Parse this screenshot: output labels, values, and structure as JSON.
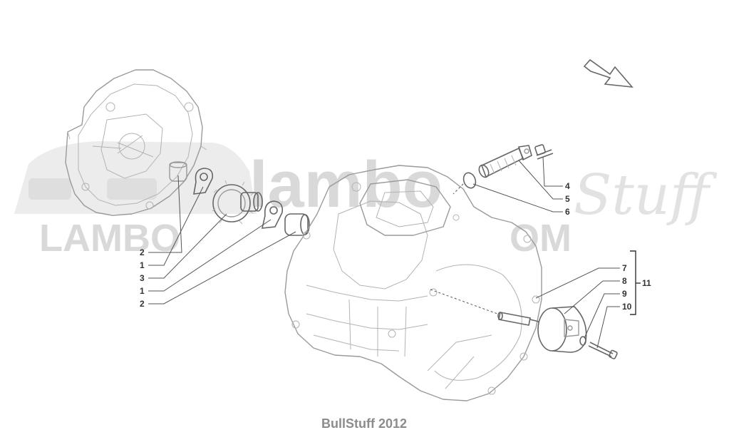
{
  "watermark": {
    "brand_letters": "lambo",
    "site_part1": "LAMBO",
    "site_part2": "OM",
    "script": "Stuff"
  },
  "callouts": [
    {
      "id": "c2a",
      "label": "2"
    },
    {
      "id": "c1a",
      "label": "1"
    },
    {
      "id": "c3",
      "label": "3"
    },
    {
      "id": "c1b",
      "label": "1"
    },
    {
      "id": "c2b",
      "label": "2"
    },
    {
      "id": "c4",
      "label": "4"
    },
    {
      "id": "c5",
      "label": "5"
    },
    {
      "id": "c6",
      "label": "6"
    },
    {
      "id": "c7",
      "label": "7"
    },
    {
      "id": "c8",
      "label": "8"
    },
    {
      "id": "c9",
      "label": "9"
    },
    {
      "id": "c10",
      "label": "10"
    }
  ],
  "group_label": "11",
  "footer": "BullStuff 2012"
}
